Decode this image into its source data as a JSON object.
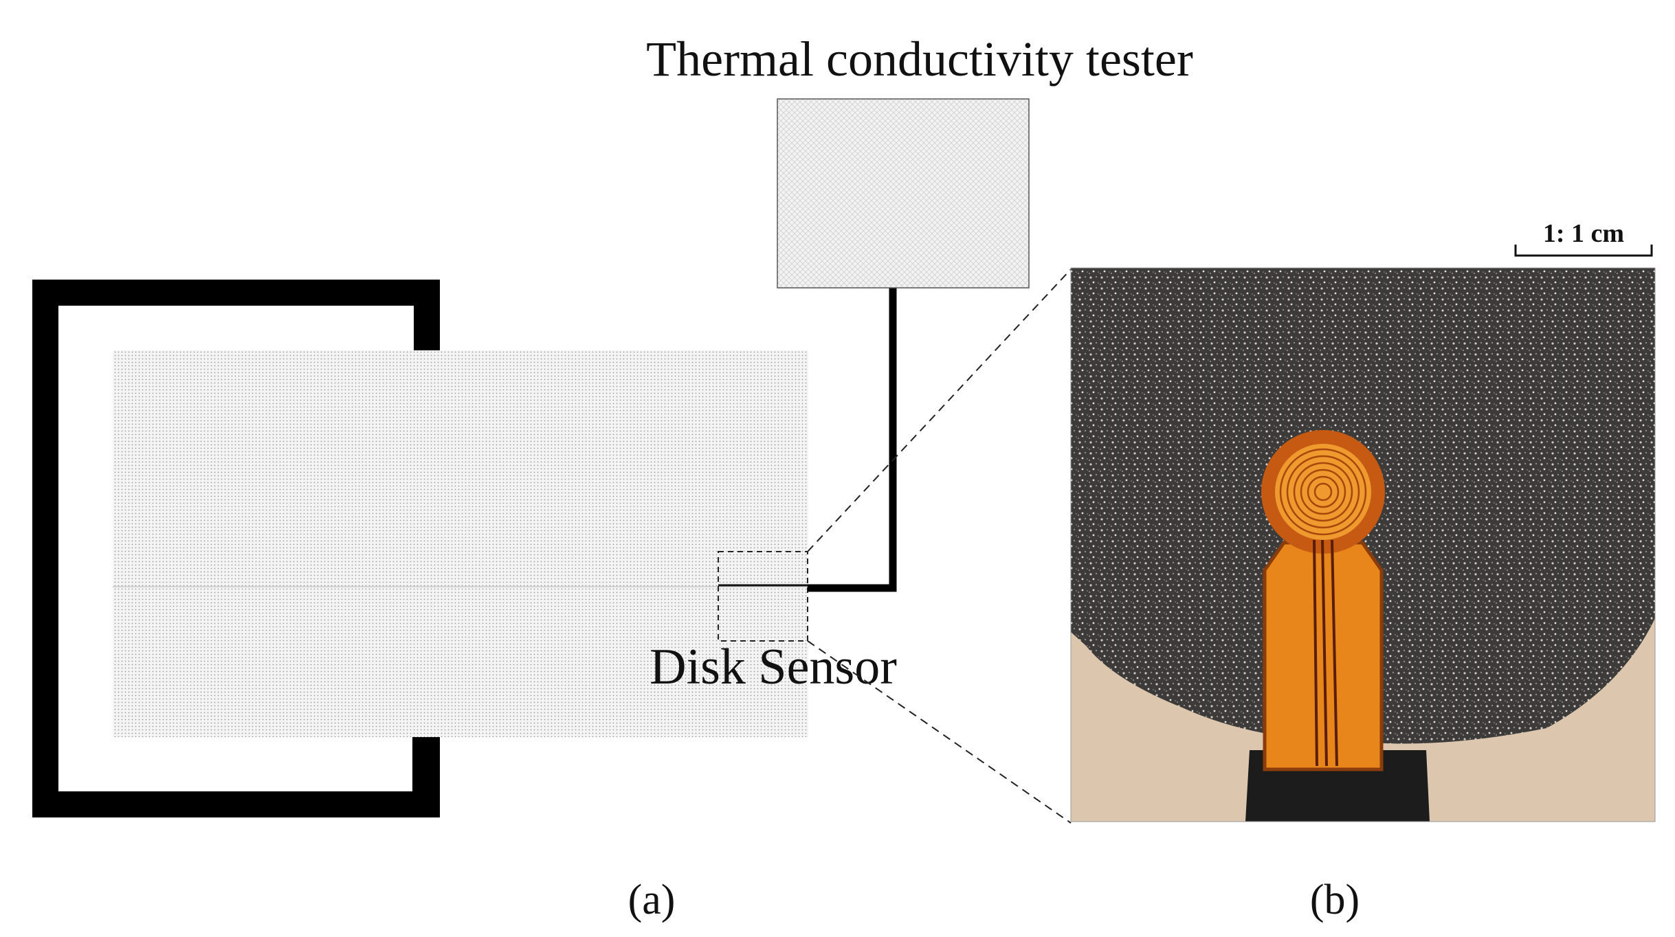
{
  "figure": {
    "tester_label": "Thermal conductivity tester",
    "sensor_label": "Disk Sensor",
    "scale_bar_label": "1: 1 cm",
    "panel_a_label": "(a)",
    "panel_b_label": "(b)"
  }
}
